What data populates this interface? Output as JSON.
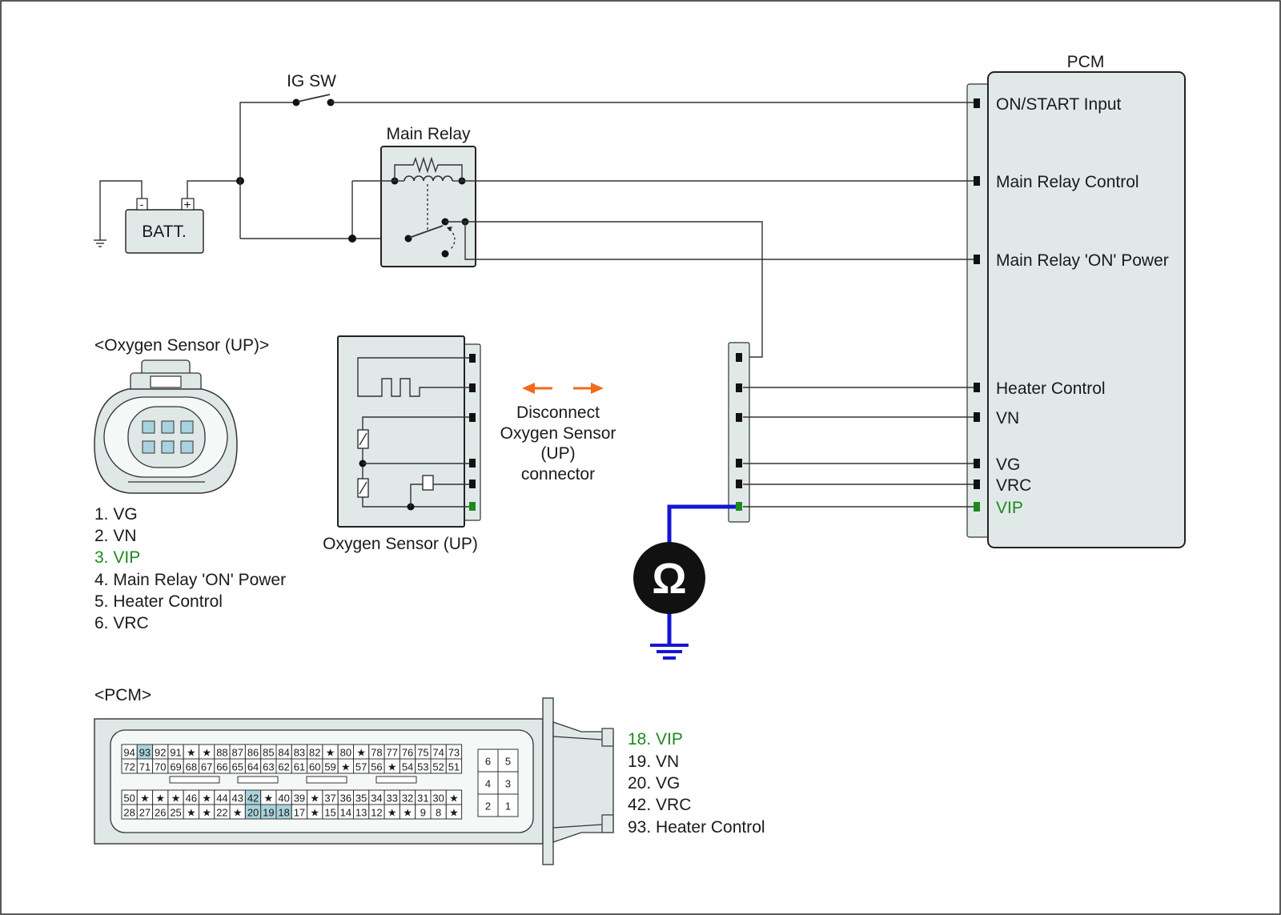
{
  "pcm": {
    "title": "PCM",
    "pins": [
      {
        "label": "ON/START Input"
      },
      {
        "label": "Main Relay Control"
      },
      {
        "label": "Main Relay 'ON' Power"
      },
      {
        "label": "Heater Control"
      },
      {
        "label": "VN"
      },
      {
        "label": "VG"
      },
      {
        "label": "VRC"
      },
      {
        "label": "VIP"
      }
    ]
  },
  "ig_switch": {
    "label": "IG SW"
  },
  "main_relay": {
    "label": "Main Relay"
  },
  "battery": {
    "label": "BATT.",
    "minus": "-",
    "plus": "+"
  },
  "sensor_connector": {
    "title": "<Oxygen Sensor (UP)>",
    "pins": [
      "1. VG",
      "2. VN",
      "3. VIP",
      "4. Main Relay 'ON' Power",
      "5. Heater Control",
      "6. VRC"
    ]
  },
  "sensor": {
    "label": "Oxygen Sensor (UP)"
  },
  "instruction": {
    "lines": [
      "Disconnect",
      "Oxygen Sensor",
      "(UP)",
      "connector"
    ]
  },
  "ohmmeter": {
    "symbol": "Ω"
  },
  "pcm_connector": {
    "title": "<PCM>",
    "rows": [
      [
        "94",
        "93",
        "92",
        "91",
        "★",
        "★",
        "88",
        "87",
        "86",
        "85",
        "84",
        "83",
        "82",
        "★",
        "80",
        "★",
        "78",
        "77",
        "76",
        "75",
        "74",
        "73"
      ],
      [
        "72",
        "71",
        "70",
        "69",
        "68",
        "67",
        "66",
        "65",
        "64",
        "63",
        "62",
        "61",
        "60",
        "59",
        "★",
        "57",
        "56",
        "★",
        "54",
        "53",
        "52",
        "51"
      ],
      [
        "50",
        "★",
        "★",
        "★",
        "46",
        "★",
        "44",
        "43",
        "42",
        "★",
        "40",
        "39",
        "★",
        "37",
        "36",
        "35",
        "34",
        "33",
        "32",
        "31",
        "30",
        "★"
      ],
      [
        "28",
        "27",
        "26",
        "25",
        "★",
        "★",
        "22",
        "★",
        "20",
        "19",
        "18",
        "17",
        "★",
        "15",
        "14",
        "13",
        "12",
        "★",
        "★",
        "9",
        "8",
        "★"
      ]
    ],
    "highlighted": [
      "93",
      "42",
      "20",
      "19",
      "18"
    ],
    "small_block": [
      [
        "6",
        "5"
      ],
      [
        "4",
        "3"
      ],
      [
        "2",
        "1"
      ]
    ],
    "legend": [
      "18. VIP",
      "19. VN",
      "20. VG",
      "42. VRC",
      "93. Heater Control"
    ]
  },
  "colors": {
    "highlight": "#1e8a1e",
    "meter_lead": "#1515d6",
    "arrow": "#f26a1b",
    "pin_highlight": "#a9d3dc"
  }
}
